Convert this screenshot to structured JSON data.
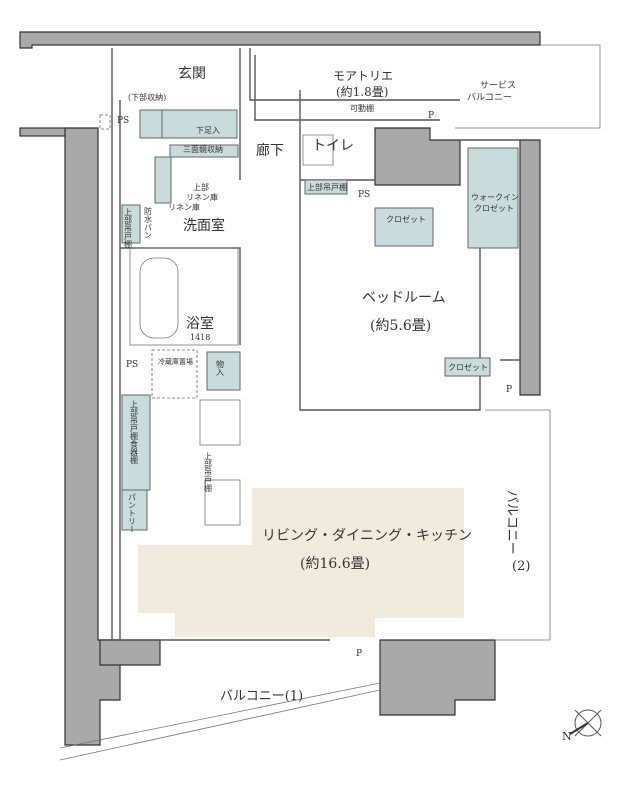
{
  "rooms": {
    "entrance": "玄関",
    "lower_storage": "(下部収納)",
    "shoe_closet": "下足入",
    "atelier": "モアトリエ",
    "atelier_size": "(約1.8畳)",
    "movable_shelf": "可動棚",
    "service_balcony_1": "サービス",
    "service_balcony_2": "バルコニー",
    "hallway": "廊下",
    "toilet": "トイレ",
    "toilet_cabinet": "上部吊戸棚",
    "mirror_storage": "三面鏡収納",
    "linen_upper_1": "上部",
    "linen_upper_2": "リネン庫",
    "linen": "リネン庫",
    "upper_cabinet_v": "上部吊戸棚",
    "waterproof_pan": "防水パン",
    "washroom": "洗面室",
    "bathroom": "浴室",
    "bath_size": "1418",
    "closet": "クロゼット",
    "walkin_1": "ウォークイン",
    "walkin_2": "クロゼット",
    "bedroom": "ベッドルーム",
    "bedroom_size": "(約5.6畳)",
    "closet_small": "クロゼット",
    "fridge": "冷蔵庫置場",
    "storage": "物入",
    "dish_cabinet": "上部吊戸棚食器棚",
    "kitchen_cabinet": "上部吊戸棚",
    "pantry": "パントリー",
    "ldk": "リビング・ダイニング・キッチン",
    "ldk_size": "(約16.6畳)",
    "balcony_1": "バルコニー(1)",
    "balcony_2": "バルコニー",
    "balcony_2_num": "(2)"
  },
  "marks": {
    "ps": "PS",
    "p": "P",
    "north": "N"
  },
  "colors": {
    "ldk_floor": "#f1ebdd",
    "storage": "#c9dcdc",
    "wall": "#a9a9a9"
  }
}
